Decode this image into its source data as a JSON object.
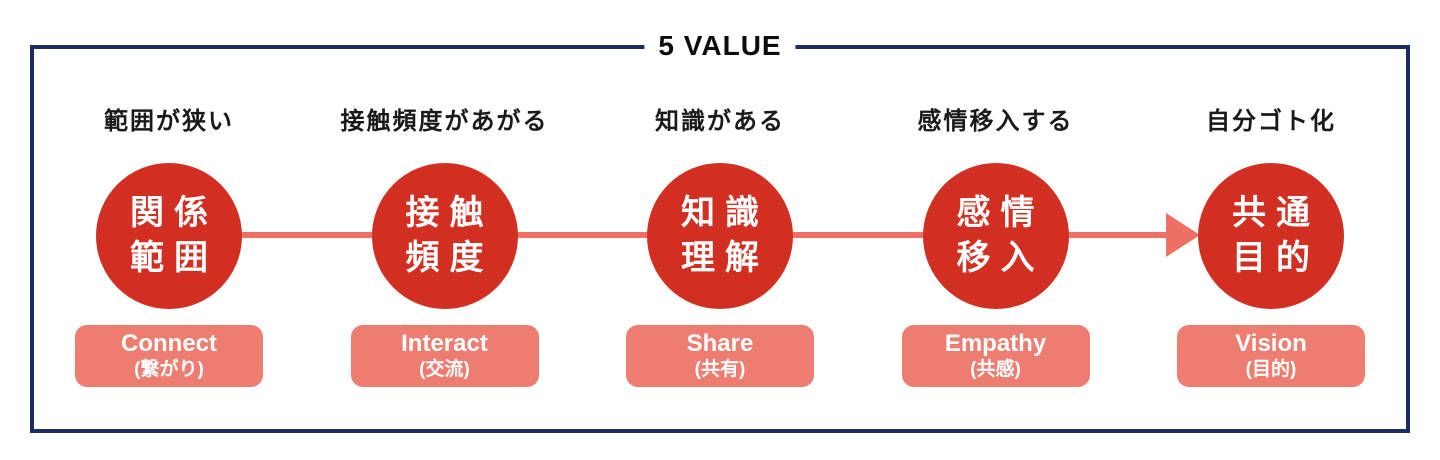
{
  "title": "5 VALUE",
  "colors": {
    "frame_border": "#1f2c5f",
    "circle": "#d22f23",
    "connector": "#ec7164",
    "badge": "#ed7d70",
    "label_text": "#1a1a1a",
    "circle_text": "#ffffff",
    "badge_text": "#ffffff"
  },
  "connector": {
    "direction": "left-to-right",
    "arrowhead": "right"
  },
  "steps": [
    {
      "top_label": "範囲が狭い",
      "circle_lines": [
        "関係",
        "範囲"
      ],
      "badge_en": "Connect",
      "badge_jp": "(繋がり)"
    },
    {
      "top_label": "接触頻度があがる",
      "circle_lines": [
        "接触",
        "頻度"
      ],
      "badge_en": "Interact",
      "badge_jp": "(交流)"
    },
    {
      "top_label": "知識がある",
      "circle_lines": [
        "知識",
        "理解"
      ],
      "badge_en": "Share",
      "badge_jp": "(共有)"
    },
    {
      "top_label": "感情移入する",
      "circle_lines": [
        "感情",
        "移入"
      ],
      "badge_en": "Empathy",
      "badge_jp": "(共感)"
    },
    {
      "top_label": "自分ゴト化",
      "circle_lines": [
        "共通",
        "目的"
      ],
      "badge_en": "Vision",
      "badge_jp": "(目的)"
    }
  ]
}
